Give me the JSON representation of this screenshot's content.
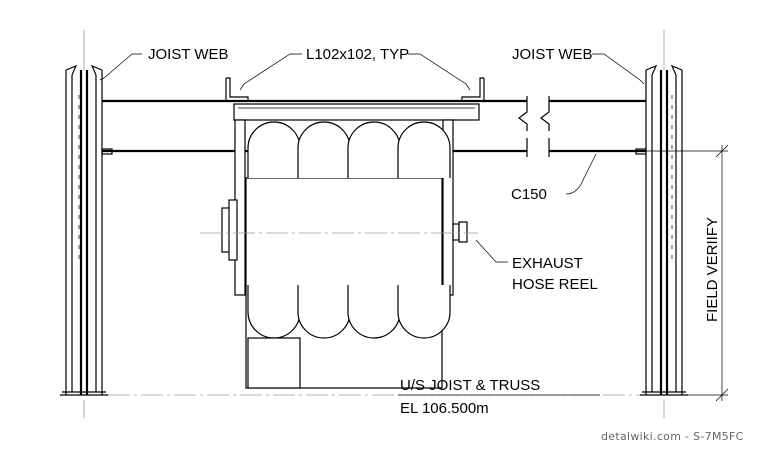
{
  "labels": {
    "joist_web_left": "JOIST WEB",
    "angle": "L102x102, TYP",
    "joist_web_right": "JOIST WEB",
    "channel": "C150",
    "reel_line1": "EXHAUST",
    "reel_line2": "HOSE REEL",
    "field_verify": "FIELD VERIIFY",
    "us_joist": "U/S JOIST & TRUSS",
    "elevation": "EL 106.500m"
  },
  "watermark": "detalwiki.com - S-7M5FC"
}
